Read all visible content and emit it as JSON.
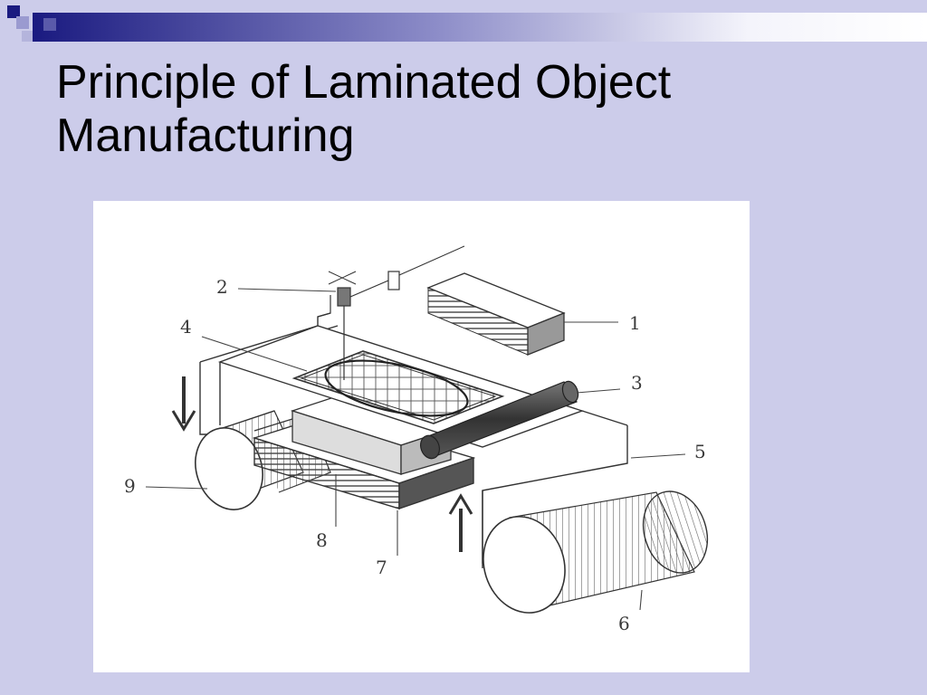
{
  "slide": {
    "title_line1": "Principle of Laminated Object",
    "title_line2": "Manufacturing"
  },
  "colors": {
    "background": "#ccccea",
    "accent_dark": "#1a1a80",
    "accent_light": "#9a9ad0",
    "panel": "#ffffff"
  },
  "diagram": {
    "callouts": [
      {
        "id": "laser",
        "label": "1"
      },
      {
        "id": "optics",
        "label": "2"
      },
      {
        "id": "heated-roller",
        "label": "3"
      },
      {
        "id": "laser-beam",
        "label": "4"
      },
      {
        "id": "sheet-material",
        "label": "5"
      },
      {
        "id": "supply-roll",
        "label": "6"
      },
      {
        "id": "platform",
        "label": "7"
      },
      {
        "id": "part-block",
        "label": "8"
      },
      {
        "id": "take-up-roll",
        "label": "9"
      }
    ]
  }
}
